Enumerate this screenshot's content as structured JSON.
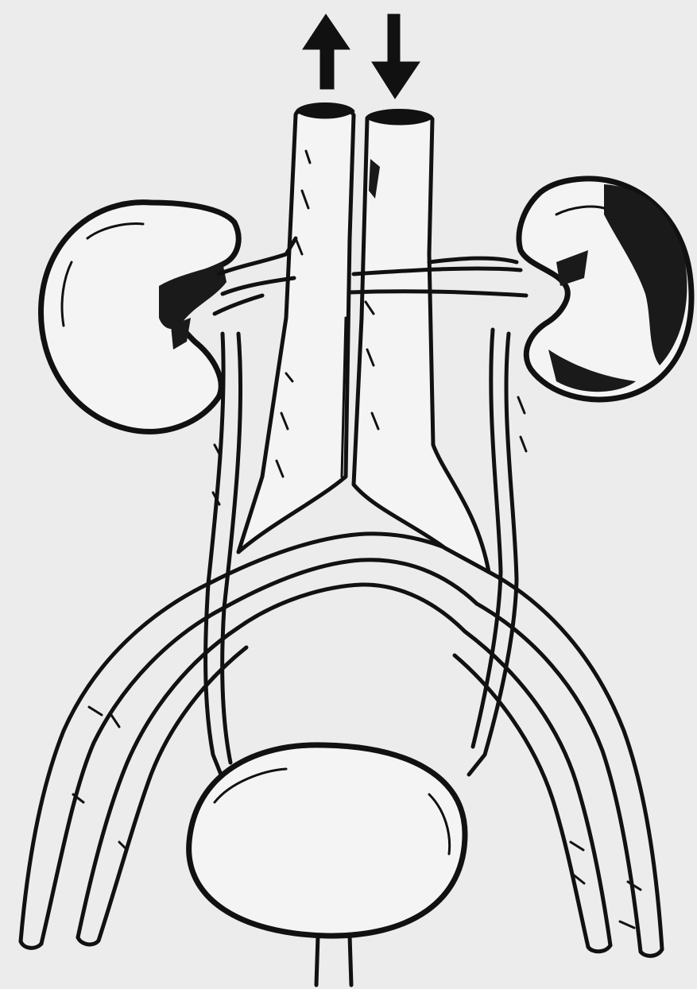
{
  "figure": {
    "background": "#ececec",
    "ink": "#111111",
    "parts": [
      "arrow-up-icon",
      "arrow-down-icon",
      "inferior-vena-cava",
      "abdominal-aorta",
      "left-kidney",
      "right-kidney",
      "left-renal-vessels",
      "right-renal-vessels",
      "left-ureter",
      "right-ureter",
      "left-iliac-vessels",
      "right-iliac-vessels",
      "urinary-bladder",
      "urethra"
    ]
  }
}
